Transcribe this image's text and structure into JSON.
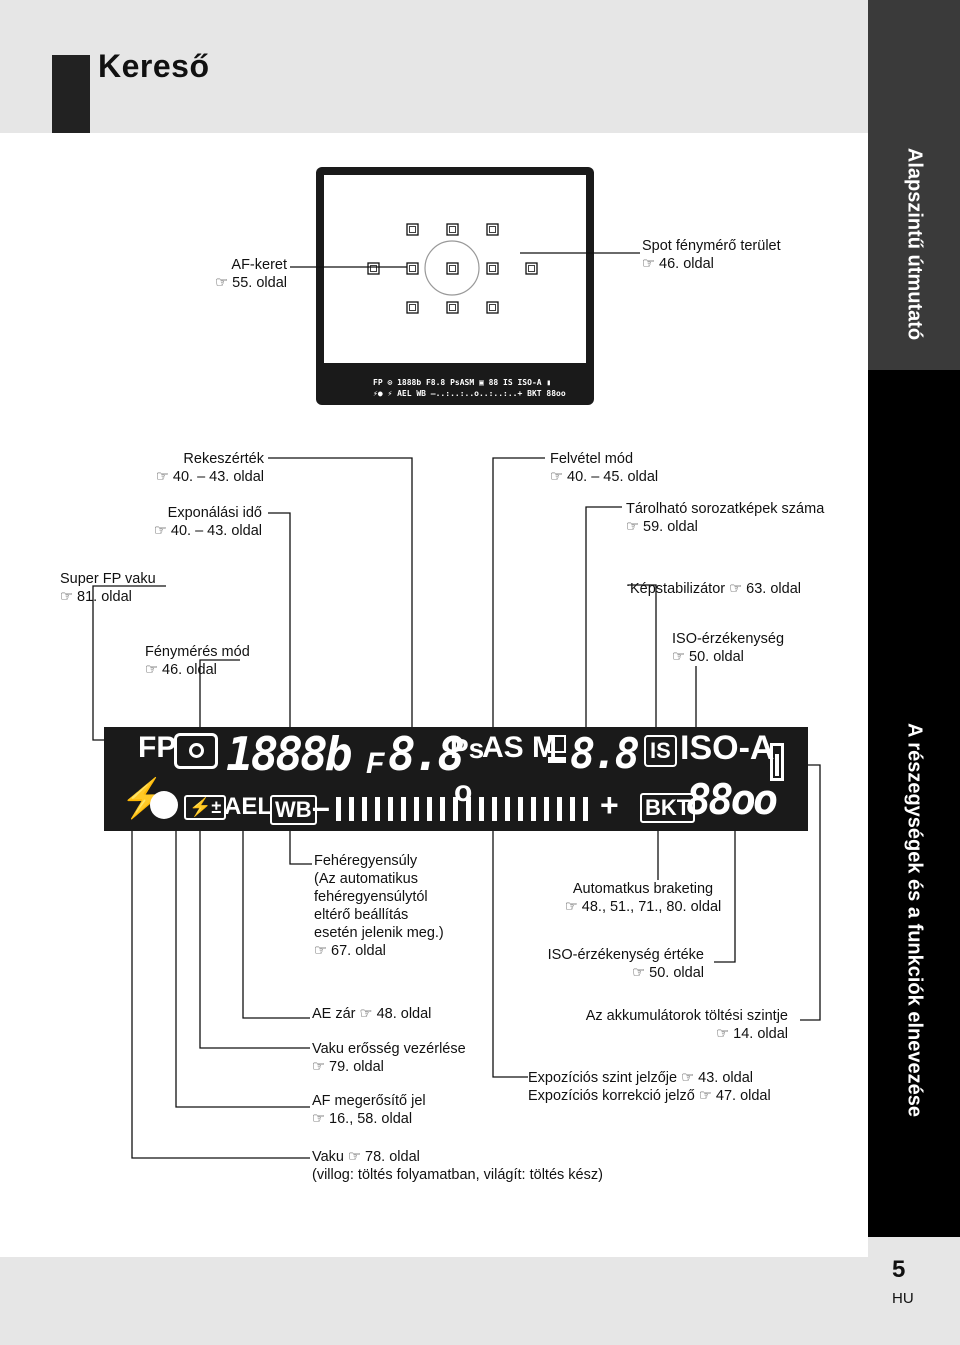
{
  "page": {
    "title": "Kereső",
    "sidebar_top": "Alapszintű útmutató",
    "sidebar_bottom": "A részegységek és a funkciók elnevezése",
    "page_number": "5",
    "language": "HU"
  },
  "ref_icon": "☞",
  "viewfinder": {
    "lcd_small_line1": "FP ⊙ 1888b F8.8 PsASM ▣ 88 IS ISO-A ▮",
    "lcd_small_line2": "⚡● ⚡ AEL WB –..:..:..o..:..:..+ BKT 88oo"
  },
  "lcd": {
    "fp": "FP",
    "shutter": "1888b",
    "f": "F",
    "aperture": "8.8",
    "ps": "Ps",
    "asm": "AS M",
    "stab_count": "8.8",
    "is": "IS",
    "iso": "ISO-A",
    "ael": "AEL",
    "wb": "WB",
    "flash_comp": "⚡±",
    "minus": "–",
    "plus": "+",
    "zero": "o",
    "bkt": "BKT",
    "iso_value": "88oo"
  },
  "labels": {
    "af_frame": {
      "line1": "AF-keret",
      "line2": "55. oldal"
    },
    "spot_area": {
      "line1": "Spot fénymérő terület",
      "line2": "46. oldal"
    },
    "aperture": {
      "line1": "Rekeszérték",
      "line2": "40. – 43. oldal"
    },
    "shutter": {
      "line1": "Exponálási idő",
      "line2": "40. – 43. oldal"
    },
    "super_fp": {
      "line1": "Super FP vaku",
      "line2": "81. oldal"
    },
    "metering": {
      "line1": "Fénymérés mód",
      "line2": "46. oldal"
    },
    "shooting_mode": {
      "line1": "Felvétel mód",
      "line2": "40. – 45. oldal"
    },
    "storable": {
      "line1": "Tárolható sorozatképek száma",
      "line2": "59. oldal"
    },
    "stabilizer": {
      "line1": "Képstabilizátor",
      "line2": "63. oldal"
    },
    "iso": {
      "line1": "ISO-érzékenység",
      "line2": "50. oldal"
    },
    "white_balance": {
      "line1": "Fehéregyensúly",
      "line2": "(Az automatikus",
      "line3": "fehéregyensúlytól",
      "line4": "eltérő beállítás",
      "line5": "esetén jelenik meg.)",
      "line6": "67. oldal"
    },
    "auto_bracketing": {
      "line1": "Automatkus braketing",
      "line2": "48., 51., 71., 80. oldal"
    },
    "iso_value": {
      "line1": "ISO-érzékenység értéke",
      "line2": "50. oldal"
    },
    "ae_lock": {
      "line1": "AE zár",
      "line2": "48. oldal"
    },
    "battery": {
      "line1": "Az akkumulátorok töltési szintje",
      "line2": "14. oldal"
    },
    "flash_intensity": {
      "line1": "Vaku erősség vezérlése",
      "line2": "79. oldal"
    },
    "exposure_indicator": {
      "line1": "Expozíciós szint jelzője",
      "line2": "43. oldal"
    },
    "exposure_comp": {
      "line1": "Expozíciós korrekció jelző",
      "line2": "47. oldal"
    },
    "af_confirm": {
      "line1": "AF megerősítő jel",
      "line2": "16., 58. oldal"
    },
    "flash": {
      "line1": "Vaku",
      "line2": "78. oldal",
      "line3": "(villog: töltés folyamatban, világít: töltés kész)"
    }
  }
}
